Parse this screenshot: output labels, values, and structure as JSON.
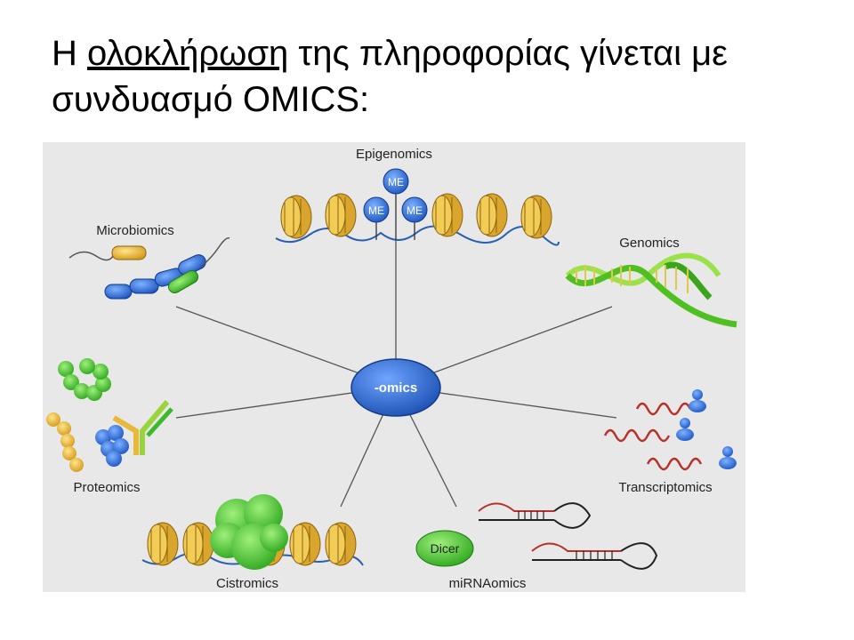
{
  "slide": {
    "title_part1": "Η ",
    "title_underlined": "ολοκλήρωση",
    "title_part2": " της πληροφορίας γίνεται με",
    "title_line2": "συνδυασμό OMICS:"
  },
  "diagram": {
    "center": "-omics",
    "labels": {
      "epigenomics": "Epigenomics",
      "genomics": "Genomics",
      "microbiomics": "Microbiomics",
      "proteomics": "Proteomics",
      "transcriptomics": "Transcriptomics",
      "cistromics": "Cistromics",
      "mirnaomics": "miRNAomics",
      "methyl": "ME",
      "dicer": "Dicer"
    }
  },
  "colors": {
    "hub": "#2f6fd4",
    "nucleosome": "#e8b83a",
    "dna_backbone": "#2a5fb0",
    "green": "#3db82a",
    "red_rna": "#b8322a",
    "panel_bg": "#e8e8e8"
  }
}
